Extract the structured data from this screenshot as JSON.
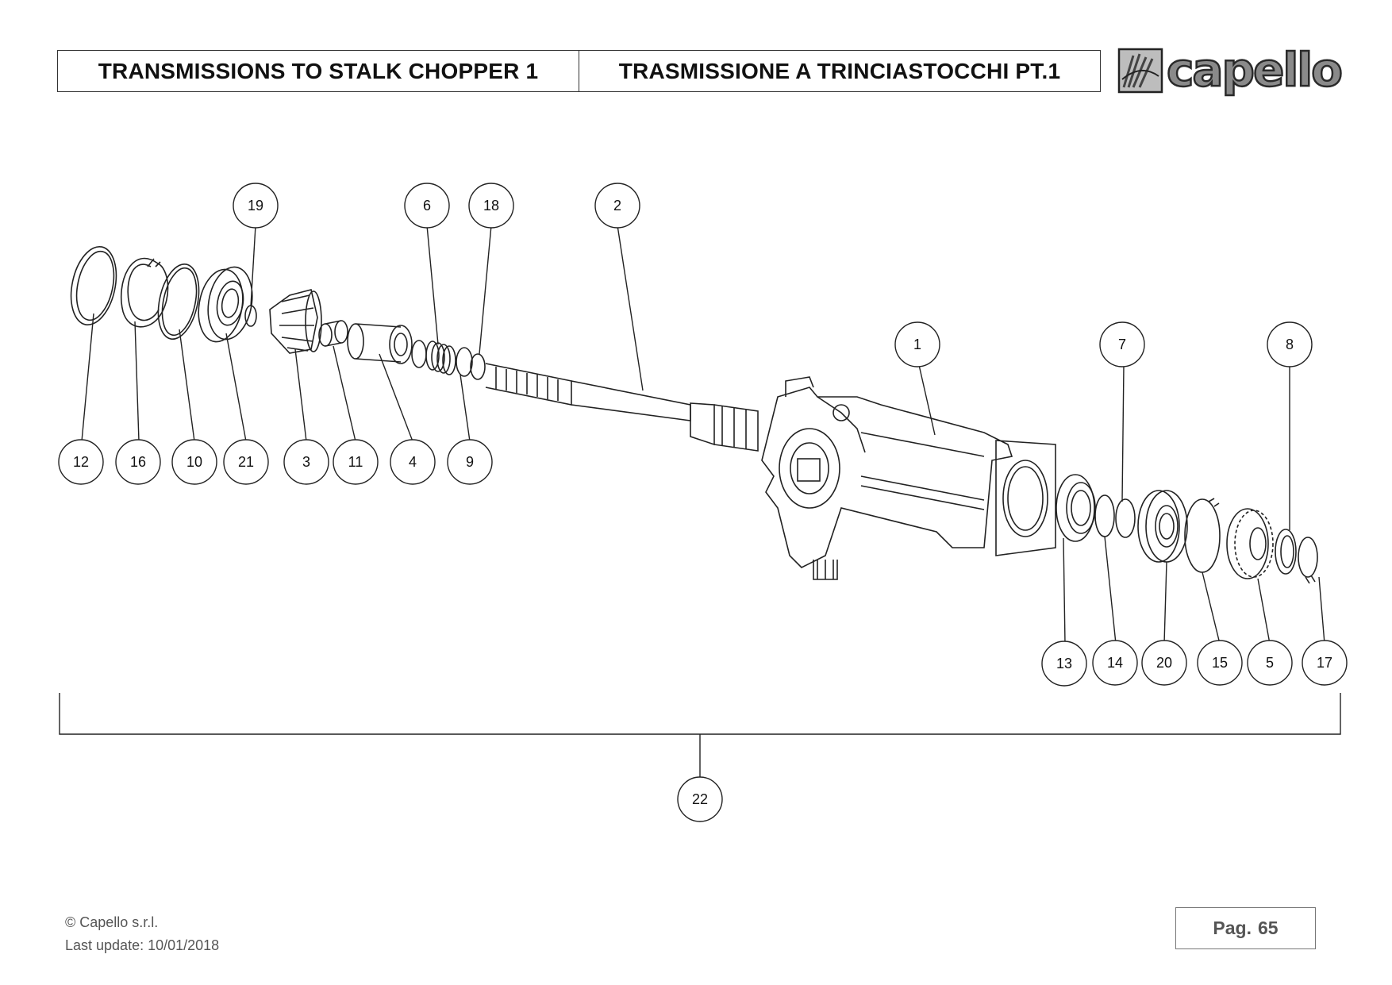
{
  "header": {
    "title_en": "TRANSMISSIONS TO STALK CHOPPER 1",
    "title_it": "TRASMISSIONE A TRINCIASTOCCHI PT.1",
    "logo_text": "capello"
  },
  "callouts": [
    "19",
    "6",
    "18",
    "2",
    "1",
    "7",
    "8",
    "12",
    "16",
    "10",
    "21",
    "3",
    "11",
    "4",
    "9",
    "13",
    "14",
    "20",
    "15",
    "5",
    "17",
    "22"
  ],
  "footer": {
    "copyright": "© Capello s.r.l.",
    "last_update": "Last update: 10/01/2018"
  },
  "page": {
    "label": "Pag.",
    "number": "65"
  }
}
